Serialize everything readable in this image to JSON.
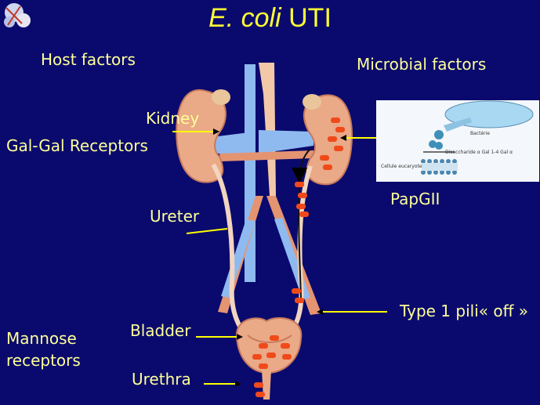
{
  "slide": {
    "title_italic": "E. coli",
    "title_rest": "UTI"
  },
  "labels": {
    "host_factors": "Host factors",
    "microbial_factors": "Microbial factors",
    "kidney": "Kidney",
    "gal_gal_receptors": "Gal-Gal Receptors",
    "ureter": "Ureter",
    "bladder": "Bladder",
    "urethra": "Urethra",
    "mannose_receptors_line1": "Mannose",
    "mannose_receptors_line2": "receptors",
    "papgii": "PapGII",
    "type1_pili": "Type 1 pili« off »"
  },
  "inset": {
    "bacteria": "Bactérie",
    "disaccharide": "Disaccharide α Gal 1-4 Gal α",
    "cell": "Cellule eucaryote"
  },
  "colors": {
    "background": "#0a0a6e",
    "title": "#ffff33",
    "label": "#ffff99",
    "arrow": "#ffff00",
    "vein": "#7fb2e8",
    "artery": "#e8a27a",
    "kidney": "#e9a98a",
    "bacteria": "#f04a1a"
  }
}
